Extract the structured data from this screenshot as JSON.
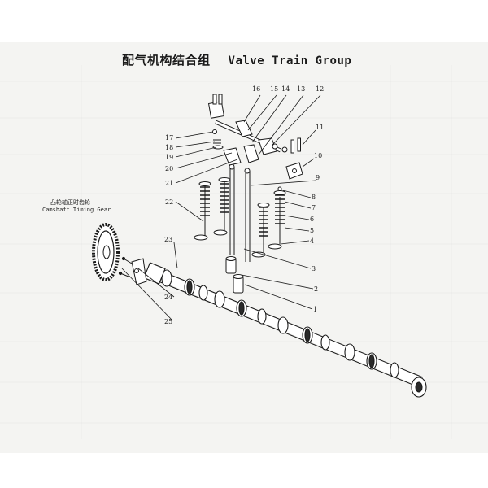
{
  "title": {
    "chinese": "配气机构结合组",
    "english": "Valve Train Group"
  },
  "gear_caption": {
    "chinese": "凸轮轴正时齿轮",
    "english": "Camshaft Timing Gear"
  },
  "part_numbers": {
    "p1": "1",
    "p2": "2",
    "p3": "3",
    "p4": "4",
    "p5": "5",
    "p6": "6",
    "p7": "7",
    "p8": "8",
    "p9": "9",
    "p10": "10",
    "p11": "11",
    "p12": "12",
    "p13": "13",
    "p14": "14",
    "p15": "15",
    "p16": "16",
    "p17": "17",
    "p18": "18",
    "p19": "19",
    "p20": "20",
    "p21": "21",
    "p22": "22",
    "p23": "23",
    "p24": "24",
    "p25": "25"
  }
}
